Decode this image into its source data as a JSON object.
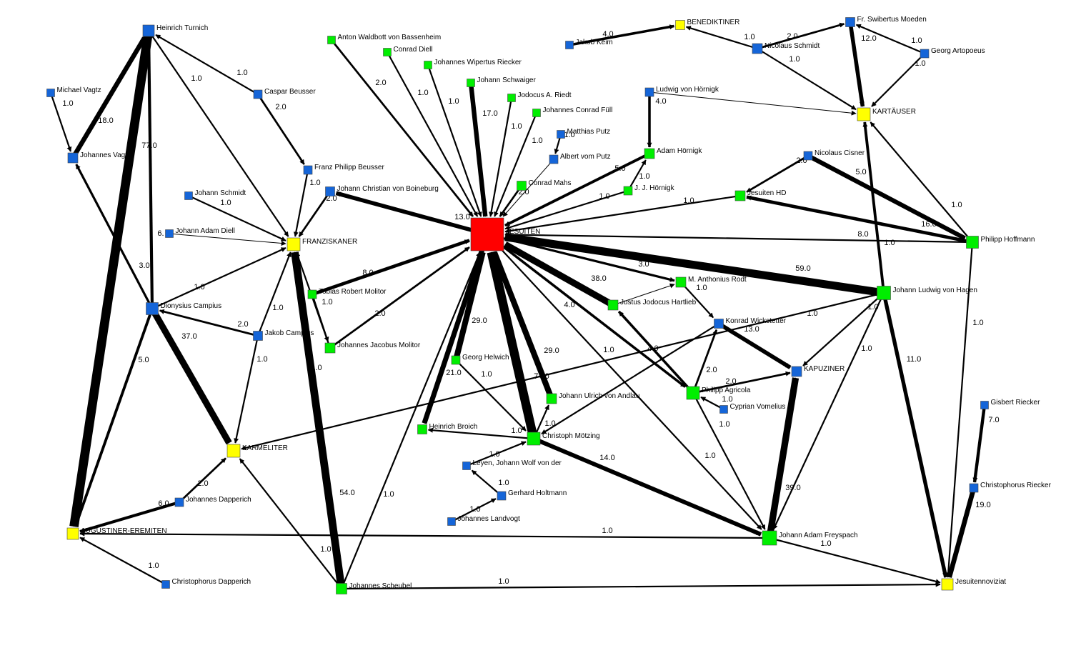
{
  "colors": {
    "organization": "#ffff00",
    "jesuits": "#ff0000",
    "person_blue": "#1565d8",
    "person_green": "#00ee00",
    "edge": "#000000"
  },
  "nodes": [
    {
      "id": "heinrich-turnich",
      "label": "Heinrich Turnich",
      "kind": "person_blue"
    },
    {
      "id": "michael-vagtz",
      "label": "Michael Vagtz",
      "kind": "person_blue"
    },
    {
      "id": "johannes-vagtz",
      "label": "Johannes Vagtz",
      "kind": "person_blue"
    },
    {
      "id": "caspar-beusser",
      "label": "Caspar Beusser",
      "kind": "person_blue"
    },
    {
      "id": "franz-philipp-beusser",
      "label": "Franz Philipp Beusser",
      "kind": "person_blue"
    },
    {
      "id": "johann-schmidt",
      "label": "Johann Schmidt",
      "kind": "person_blue"
    },
    {
      "id": "johann-adam-diell",
      "label": "Johann Adam Diell",
      "kind": "person_blue"
    },
    {
      "id": "franziskaner",
      "label": "FRANZISKANER",
      "kind": "organization"
    },
    {
      "id": "dionysius-campius",
      "label": "Dionysius Campius",
      "kind": "person_blue"
    },
    {
      "id": "jakob-campius",
      "label": "Jakob Campius",
      "kind": "person_blue"
    },
    {
      "id": "karmeliter",
      "label": "KARMELITER",
      "kind": "organization"
    },
    {
      "id": "johannes-dapperich",
      "label": "Johannes Dapperich",
      "kind": "person_blue"
    },
    {
      "id": "augustiner-eremiten",
      "label": "AUGUSTINER-EREMITEN",
      "kind": "organization"
    },
    {
      "id": "christophorus-dapperich",
      "label": "Christophorus Dapperich",
      "kind": "person_blue"
    },
    {
      "id": "anton-waldbott",
      "label": "Anton Waldbott von Bassenheim",
      "kind": "person_green"
    },
    {
      "id": "conrad-diell",
      "label": "Conrad Diell",
      "kind": "person_green"
    },
    {
      "id": "johannes-wipertus-riecker",
      "label": "Johannes Wipertus Riecker",
      "kind": "person_green"
    },
    {
      "id": "johann-schwaiger",
      "label": "Johann Schwaiger",
      "kind": "person_green"
    },
    {
      "id": "jodocus-riedt",
      "label": "Jodocus A. Riedt",
      "kind": "person_green"
    },
    {
      "id": "johannes-conrad-fuell",
      "label": "Johannes Conrad Füll",
      "kind": "person_green"
    },
    {
      "id": "matthias-putz",
      "label": "Matthias Putz",
      "kind": "person_blue"
    },
    {
      "id": "albert-vom-putz",
      "label": "Albert vom Putz",
      "kind": "person_blue"
    },
    {
      "id": "conrad-mahs",
      "label": "Conrad Mahs",
      "kind": "person_green"
    },
    {
      "id": "johann-christian-boineburg",
      "label": "Johann Christian von Boineburg",
      "kind": "person_blue"
    },
    {
      "id": "jesuiten",
      "label": "JESUITEN",
      "kind": "jesuits"
    },
    {
      "id": "tobias-robert-molitor",
      "label": "Tobias Robert Molitor",
      "kind": "person_green"
    },
    {
      "id": "johannes-jacobus-molitor",
      "label": "Johannes Jacobus Molitor",
      "kind": "person_green"
    },
    {
      "id": "georg-helwich",
      "label": "Georg Helwich",
      "kind": "person_green"
    },
    {
      "id": "heinrich-broich",
      "label": "Heinrich Broich",
      "kind": "person_green"
    },
    {
      "id": "christoph-moetzing",
      "label": "Christoph Mötzing",
      "kind": "person_green"
    },
    {
      "id": "johann-ulrich-andlau",
      "label": "Johann Ulrich von Andlau",
      "kind": "person_green"
    },
    {
      "id": "leyen-johann-wolf",
      "label": "Leyen, Johann Wolf von der",
      "kind": "person_blue"
    },
    {
      "id": "gerhard-holtmann",
      "label": "Gerhard Holtmann",
      "kind": "person_blue"
    },
    {
      "id": "johannes-landvogt",
      "label": "Johannes Landvogt",
      "kind": "person_blue"
    },
    {
      "id": "johannes-scheubel",
      "label": "Johannes Scheubel",
      "kind": "person_green"
    },
    {
      "id": "jakob-keim",
      "label": "Jakob Keim",
      "kind": "person_blue"
    },
    {
      "id": "benediktiner",
      "label": "BENEDIKTINER",
      "kind": "organization"
    },
    {
      "id": "nicolaus-schmidt",
      "label": "Nicolaus Schmidt",
      "kind": "person_blue"
    },
    {
      "id": "swibertus-moeden",
      "label": "Fr. Swibertus Moeden",
      "kind": "person_blue"
    },
    {
      "id": "georg-artopoeus",
      "label": "Georg Artopoeus",
      "kind": "person_blue"
    },
    {
      "id": "kartaeuser",
      "label": "KARTÄUSER",
      "kind": "organization"
    },
    {
      "id": "ludwig-hoernigk",
      "label": "Ludwig von Hörnigk",
      "kind": "person_blue"
    },
    {
      "id": "adam-hoernigk",
      "label": "Adam Hörnigk",
      "kind": "person_green"
    },
    {
      "id": "jj-hoernigk",
      "label": "J. J. Hörnigk",
      "kind": "person_green"
    },
    {
      "id": "nicolaus-cisner",
      "label": "Nicolaus Cisner",
      "kind": "person_blue"
    },
    {
      "id": "jesuiten-hd",
      "label": "Jesuiten HD",
      "kind": "person_green"
    },
    {
      "id": "philipp-hoffmann",
      "label": "Philipp Hoffmann",
      "kind": "person_green"
    },
    {
      "id": "m-anthonius-rodt",
      "label": "M. Anthonius Rodt",
      "kind": "person_green"
    },
    {
      "id": "justus-hartlieb",
      "label": "Justus Jodocus Hartlieb",
      "kind": "person_green"
    },
    {
      "id": "johann-ludwig-hagen",
      "label": "Johann Ludwig von Hagen",
      "kind": "person_green"
    },
    {
      "id": "konrad-wickstetter",
      "label": "Konrad Wickstetter",
      "kind": "person_blue"
    },
    {
      "id": "kapuziner",
      "label": "KAPUZINER",
      "kind": "person_blue"
    },
    {
      "id": "philipp-agricola",
      "label": "Philipp Agricola",
      "kind": "person_green"
    },
    {
      "id": "cyprian-vomelius",
      "label": "Cyprian Vomelius",
      "kind": "person_blue"
    },
    {
      "id": "johann-adam-freyspach",
      "label": "Johann Adam Freyspach",
      "kind": "person_green"
    },
    {
      "id": "gisbert-riecker",
      "label": "Gisbert Riecker",
      "kind": "person_blue"
    },
    {
      "id": "christophorus-riecker",
      "label": "Christophorus Riecker",
      "kind": "person_blue"
    },
    {
      "id": "jesuitennoviziat",
      "label": "Jesuitennoviziat",
      "kind": "organization"
    }
  ],
  "edges": [
    {
      "from": "johannes-vagtz",
      "to": "heinrich-turnich",
      "weight": "18.0"
    },
    {
      "from": "heinrich-turnich",
      "to": "augustiner-eremiten",
      "weight": "77.0"
    },
    {
      "from": "michael-vagtz",
      "to": "johannes-vagtz",
      "weight": "1.0"
    },
    {
      "from": "dionysius-campius",
      "to": "johannes-vagtz",
      "weight": "3.0"
    },
    {
      "from": "dionysius-campius",
      "to": "heinrich-turnich",
      "weight": "6."
    },
    {
      "from": "heinrich-turnich",
      "to": "franziskaner",
      "weight": "1.0"
    },
    {
      "from": "caspar-beusser",
      "to": "heinrich-turnich",
      "weight": "1.0"
    },
    {
      "from": "caspar-beusser",
      "to": "franz-philipp-beusser",
      "weight": "2.0"
    },
    {
      "from": "franz-philipp-beusser",
      "to": "franziskaner",
      "weight": "1.0"
    },
    {
      "from": "johann-schmidt",
      "to": "franziskaner",
      "weight": "1.0"
    },
    {
      "from": "johann-adam-diell",
      "to": "franziskaner",
      "weight": ""
    },
    {
      "from": "johann-christian-boineburg",
      "to": "franziskaner",
      "weight": "2.0"
    },
    {
      "from": "dionysius-campius",
      "to": "franziskaner",
      "weight": "1.0"
    },
    {
      "from": "dionysius-campius",
      "to": "karmeliter",
      "weight": "37.0"
    },
    {
      "from": "dionysius-campius",
      "to": "augustiner-eremiten",
      "weight": "5.0"
    },
    {
      "from": "jakob-campius",
      "to": "dionysius-campius",
      "weight": "2.0"
    },
    {
      "from": "jakob-campius",
      "to": "franziskaner",
      "weight": "1.0"
    },
    {
      "from": "jakob-campius",
      "to": "karmeliter",
      "weight": "1.0"
    },
    {
      "from": "johannes-dapperich",
      "to": "karmeliter",
      "weight": "2.0"
    },
    {
      "from": "johannes-dapperich",
      "to": "augustiner-eremiten",
      "weight": "6.0"
    },
    {
      "from": "christophorus-dapperich",
      "to": "augustiner-eremiten",
      "weight": "1.0"
    },
    {
      "from": "johannes-scheubel",
      "to": "franziskaner",
      "weight": "54.0"
    },
    {
      "from": "johannes-scheubel",
      "to": "karmeliter",
      "weight": "1.0"
    },
    {
      "from": "johannes-scheubel",
      "to": "jesuiten",
      "weight": "1.0"
    },
    {
      "from": "johannes-scheubel",
      "to": "jesuitennoviziat",
      "weight": "1.0"
    },
    {
      "from": "anton-waldbott",
      "to": "jesuiten",
      "weight": "2.0"
    },
    {
      "from": "conrad-diell",
      "to": "jesuiten",
      "weight": "1.0"
    },
    {
      "from": "johannes-wipertus-riecker",
      "to": "jesuiten",
      "weight": "1.0"
    },
    {
      "from": "johann-schwaiger",
      "to": "jesuiten",
      "weight": "17.0"
    },
    {
      "from": "jodocus-riedt",
      "to": "jesuiten",
      "weight": "1.0"
    },
    {
      "from": "johannes-conrad-fuell",
      "to": "jesuiten",
      "weight": "1.0"
    },
    {
      "from": "matthias-putz",
      "to": "albert-vom-putz",
      "weight": "1.0"
    },
    {
      "from": "albert-vom-putz",
      "to": "jesuiten",
      "weight": ""
    },
    {
      "from": "conrad-mahs",
      "to": "jesuiten",
      "weight": "2.0"
    },
    {
      "from": "jesuiten",
      "to": "johann-christian-boineburg",
      "weight": "13.0"
    },
    {
      "from": "tobias-robert-molitor",
      "to": "jesuiten",
      "weight": "8.0"
    },
    {
      "from": "tobias-robert-molitor",
      "to": "johannes-jacobus-molitor",
      "weight": "1.0"
    },
    {
      "from": "johannes-jacobus-molitor",
      "to": "jesuiten",
      "weight": "2.0"
    },
    {
      "from": "johannes-jacobus-molitor",
      "to": "franziskaner",
      "weight": "1.0"
    },
    {
      "from": "georg-helwich",
      "to": "jesuiten",
      "weight": "29.0"
    },
    {
      "from": "georg-helwich",
      "to": "christoph-moetzing",
      "weight": "1.0"
    },
    {
      "from": "jesuiten",
      "to": "heinrich-broich",
      "weight": "21.0"
    },
    {
      "from": "christoph-moetzing",
      "to": "heinrich-broich",
      "weight": "1.0"
    },
    {
      "from": "christoph-moetzing",
      "to": "jesuiten",
      "weight": "74.0"
    },
    {
      "from": "johann-ulrich-andlau",
      "to": "jesuiten",
      "weight": "29.0"
    },
    {
      "from": "christoph-moetzing",
      "to": "johann-ulrich-andlau",
      "weight": "1.0"
    },
    {
      "from": "christoph-moetzing",
      "to": "johann-adam-freyspach",
      "weight": "14.0"
    },
    {
      "from": "leyen-johann-wolf",
      "to": "christoph-moetzing",
      "weight": "1.0"
    },
    {
      "from": "gerhard-holtmann",
      "to": "leyen-johann-wolf",
      "weight": "1.0"
    },
    {
      "from": "johannes-landvogt",
      "to": "gerhard-holtmann",
      "weight": "1.0"
    },
    {
      "from": "jakob-keim",
      "to": "benediktiner",
      "weight": "4.0"
    },
    {
      "from": "nicolaus-schmidt",
      "to": "benediktiner",
      "weight": "1.0"
    },
    {
      "from": "nicolaus-schmidt",
      "to": "swibertus-moeden",
      "weight": "2.0"
    },
    {
      "from": "nicolaus-schmidt",
      "to": "kartaeuser",
      "weight": "1.0"
    },
    {
      "from": "swibertus-moeden",
      "to": "kartaeuser",
      "weight": "12.0"
    },
    {
      "from": "georg-artopoeus",
      "to": "swibertus-moeden",
      "weight": "1.0"
    },
    {
      "from": "georg-artopoeus",
      "to": "kartaeuser",
      "weight": "1.0"
    },
    {
      "from": "ludwig-hoernigk",
      "to": "kartaeuser",
      "weight": ""
    },
    {
      "from": "ludwig-hoernigk",
      "to": "adam-hoernigk",
      "weight": "4.0"
    },
    {
      "from": "adam-hoernigk",
      "to": "jesuiten",
      "weight": "5.0"
    },
    {
      "from": "jj-hoernigk",
      "to": "adam-hoernigk",
      "weight": "1.0"
    },
    {
      "from": "jj-hoernigk",
      "to": "jesuiten",
      "weight": "1.0"
    },
    {
      "from": "nicolaus-cisner",
      "to": "jesuiten-hd",
      "weight": "2.0"
    },
    {
      "from": "nicolaus-cisner",
      "to": "philipp-hoffmann",
      "weight": "16.0"
    },
    {
      "from": "jesuiten-hd",
      "to": "jesuiten",
      "weight": "1.0"
    },
    {
      "from": "philipp-hoffmann",
      "to": "jesuiten-hd",
      "weight": "8.0"
    },
    {
      "from": "philipp-hoffmann",
      "to": "jesuiten",
      "weight": "1.0"
    },
    {
      "from": "philipp-hoffmann",
      "to": "kartaeuser",
      "weight": "1.0"
    },
    {
      "from": "philipp-hoffmann",
      "to": "jesuitennoviziat",
      "weight": "1.0"
    },
    {
      "from": "johann-ludwig-hagen",
      "to": "kartaeuser",
      "weight": "5.0"
    },
    {
      "from": "johann-ludwig-hagen",
      "to": "jesuiten",
      "weight": "59.0"
    },
    {
      "from": "johann-ludwig-hagen",
      "to": "karmeliter",
      "weight": "1.0"
    },
    {
      "from": "johann-ludwig-hagen",
      "to": "kapuziner",
      "weight": "1.0"
    },
    {
      "from": "johann-ludwig-hagen",
      "to": "johann-adam-freyspach",
      "weight": "1.0"
    },
    {
      "from": "johann-ludwig-hagen",
      "to": "jesuitennoviziat",
      "weight": "11.0"
    },
    {
      "from": "jesuiten",
      "to": "m-anthonius-rodt",
      "weight": "3.0"
    },
    {
      "from": "m-anthonius-rodt",
      "to": "konrad-wickstetter",
      "weight": "1.0"
    },
    {
      "from": "justus-hartlieb",
      "to": "jesuiten",
      "weight": "38.0"
    },
    {
      "from": "justus-hartlieb",
      "to": "m-anthonius-rodt",
      "weight": ""
    },
    {
      "from": "jesuiten",
      "to": "johann-adam-freyspach",
      "weight": "1.0"
    },
    {
      "from": "jesuiten",
      "to": "philipp-agricola",
      "weight": "4.0"
    },
    {
      "from": "konrad-wickstetter",
      "to": "kapuziner",
      "weight": "13.0"
    },
    {
      "from": "konrad-wickstetter",
      "to": "christoph-moetzing",
      "weight": "1.0"
    },
    {
      "from": "philipp-agricola",
      "to": "justus-hartlieb",
      "weight": "4.0"
    },
    {
      "from": "philipp-agricola",
      "to": "konrad-wickstetter",
      "weight": "2.0"
    },
    {
      "from": "philipp-agricola",
      "to": "kapuziner",
      "weight": "2.0"
    },
    {
      "from": "philipp-agricola",
      "to": "johann-adam-freyspach",
      "weight": "1.0"
    },
    {
      "from": "cyprian-vomelius",
      "to": "philipp-agricola",
      "weight": "1.0"
    },
    {
      "from": "johann-adam-freyspach",
      "to": "kapuziner",
      "weight": "39.0"
    },
    {
      "from": "johann-adam-freyspach",
      "to": "augustiner-eremiten",
      "weight": "1.0"
    },
    {
      "from": "johann-adam-freyspach",
      "to": "jesuitennoviziat",
      "weight": "1.0"
    },
    {
      "from": "gisbert-riecker",
      "to": "christophorus-riecker",
      "weight": "7.0"
    },
    {
      "from": "christophorus-riecker",
      "to": "jesuitennoviziat",
      "weight": "19.0"
    }
  ]
}
